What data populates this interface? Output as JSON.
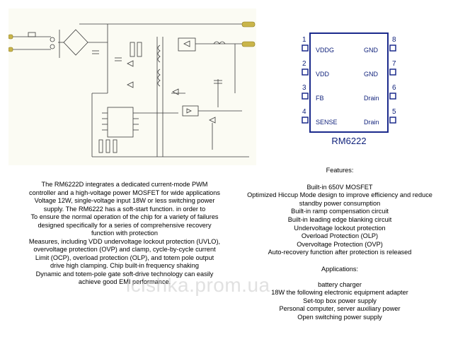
{
  "chip": {
    "part_number": "RM6222",
    "pins": [
      {
        "num": "1",
        "label": "VDDG"
      },
      {
        "num": "2",
        "label": "VDD"
      },
      {
        "num": "3",
        "label": "FB"
      },
      {
        "num": "4",
        "label": "SENSE"
      },
      {
        "num": "8",
        "label": "GND"
      },
      {
        "num": "7",
        "label": "GND"
      },
      {
        "num": "6",
        "label": "Drain"
      },
      {
        "num": "5",
        "label": "Drain"
      }
    ]
  },
  "description": [
    "The RM6222D integrates a dedicated current-mode PWM",
    "controller and a high-voltage power MOSFET for wide applications",
    "Voltage 12W, single-voltage input 18W or less switching power",
    "supply. The RM6222 has a soft-start function. in order to",
    "To ensure the normal operation of the chip for a variety of failures",
    "designed specifically for a series of comprehensive recovery",
    "function with protection",
    "Measures, including VDD undervoltage lockout protection (UVLO),",
    "overvoltage protection (OVP) and clamp, cycle-by-cycle current",
    "Limit (OCP), overload protection (OLP), and totem pole output",
    "drive high clamping. Chip built-in frequency shaking",
    "Dynamic and totem-pole gate soft-drive technology can easily",
    "achieve good EMI performance."
  ],
  "features": {
    "title": "Features:",
    "items": [
      "Built-in 650V MOSFET",
      "Optimized Hiccup Mode design to improve efficiency and reduce",
      "standby power consumption",
      "Built-in ramp compensation circuit",
      "Built-in leading edge blanking circuit",
      "Undervoltage lockout protection",
      "Overload Protection (OLP)",
      "Overvoltage Protection (OVP)",
      "Auto-recovery function after protection is released"
    ]
  },
  "applications": {
    "title": "Applications:",
    "items": [
      "battery charger",
      "18W the following electronic equipment adapter",
      "Set-top box power supply",
      "Personal computer, server auxiliary power",
      "Open switching power supply"
    ]
  },
  "watermark": "icishka.prom.ua",
  "colors": {
    "chip_outline": "#1b2a8c",
    "chip_text": "#0d1f7a",
    "schematic_line": "#3a3a3a",
    "schematic_accent": "#c9b54a"
  }
}
